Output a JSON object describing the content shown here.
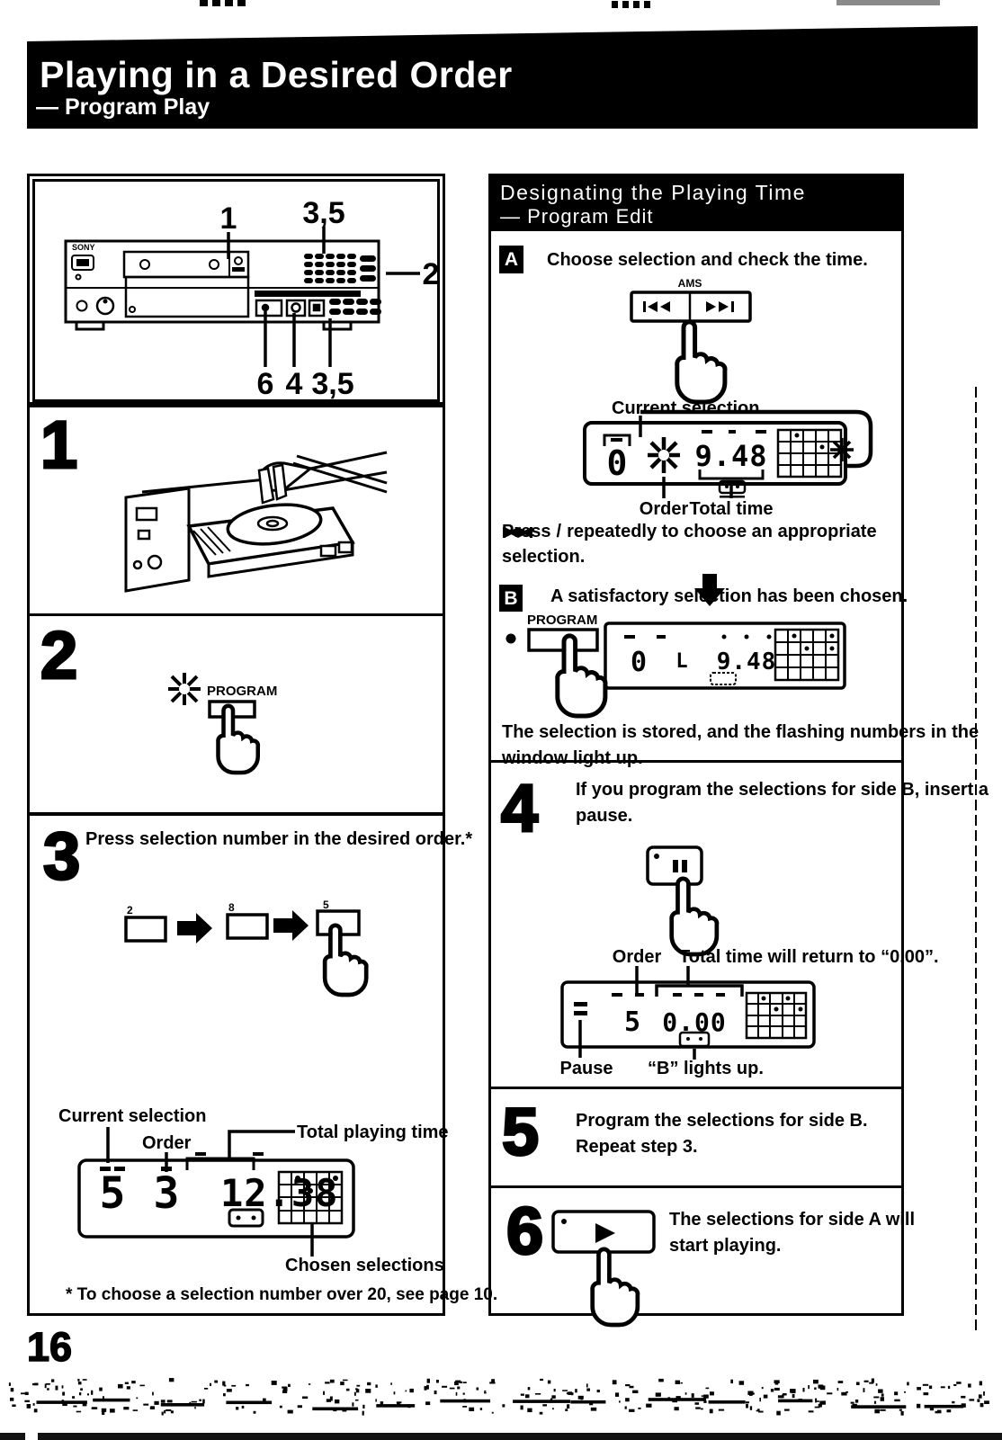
{
  "page_number": "16",
  "banner": {
    "title": "Playing in a Desired Order",
    "subtitle": "— Program Play"
  },
  "left": {
    "device": {
      "brand": "SONY",
      "callouts": {
        "tray": "1",
        "keypad_top": "3,5",
        "keypad_right": "2",
        "bottom_left": "6",
        "bottom_mid": "4",
        "bottom_right": "3,5"
      }
    },
    "step1": {
      "number": "1"
    },
    "step2": {
      "number": "2",
      "program_label": "PROGRAM"
    },
    "step3": {
      "number": "3",
      "instruction": "Press selection number in the desired order.*",
      "buttons": [
        "2",
        "8",
        "5"
      ]
    },
    "display": {
      "labels": {
        "current_selection": "Current selection",
        "order": "Order",
        "total_playing_time": "Total playing time",
        "chosen_selections": "Chosen selections"
      },
      "values": {
        "current_selection": "5",
        "order": "3",
        "total_playing_time": "12.38"
      },
      "footnote": "* To choose a selection number over 20, see page 10."
    }
  },
  "right": {
    "header": {
      "title": "Designating the Playing Time",
      "subtitle": "— Program Edit"
    },
    "sectionA": {
      "badge": "A",
      "title": "Choose selection and check the time.",
      "ams_label": "AMS",
      "display": {
        "labels": {
          "current_selection": "Current selection",
          "order": "Order",
          "total_time": "Total time"
        },
        "values": {
          "current_selection": "0",
          "total_time": "9.48"
        }
      },
      "press": {
        "before": "Press",
        "slash": "/",
        "after": "repeatedly to choose an appropriate",
        "line2": "selection."
      }
    },
    "sectionB": {
      "badge": "B",
      "title": "A satisfactory selection has been chosen.",
      "program_label": "PROGRAM",
      "display": {
        "values": {
          "current_selection": "0",
          "order_char": "L",
          "total_time": "9.48"
        }
      },
      "caption_line1": "The selection is stored, and the flashing numbers in the",
      "caption_line2": "window light up."
    },
    "step4": {
      "number": "4",
      "text_line1": "If you program the selections for side B, insert a",
      "text_line2": "pause.",
      "display": {
        "labels": {
          "order": "Order",
          "total_time_note": "Total time will return to “0.00”.",
          "pause": "Pause",
          "b_lights": "“B” lights up."
        },
        "values": {
          "order": "5",
          "total_time": "0.00"
        }
      }
    },
    "step5": {
      "number": "5",
      "text_line1": "Program the selections for side B.",
      "text_line2": "Repeat step 3."
    },
    "step6": {
      "number": "6",
      "text_line1": "The selections for side A will",
      "text_line2": "start playing."
    }
  }
}
